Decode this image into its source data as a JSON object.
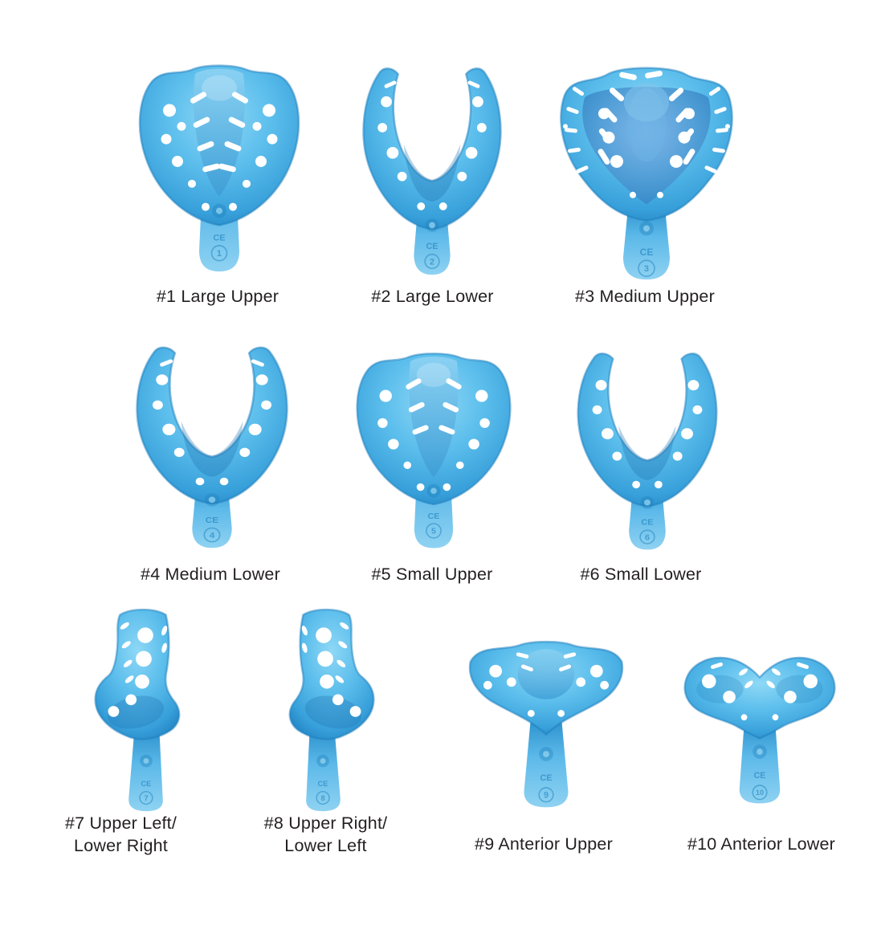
{
  "colors": {
    "background": "#ffffff",
    "label_text": "#231f20",
    "tray_highlight": "#8ed8f6",
    "tray_light": "#5cbeec",
    "tray_mid": "#38a0da",
    "tray_dark": "#1f7fc0",
    "perforation": "#ffffff",
    "emboss": "#1d7fba"
  },
  "trays": [
    {
      "label": "#1 Large Upper",
      "shape": "upper-full-arch",
      "marks": {
        "ce": "CE",
        "number": "1"
      }
    },
    {
      "label": "#2 Large Lower",
      "shape": "lower-full-arch",
      "marks": {
        "ce": "CE",
        "number": "2"
      }
    },
    {
      "label": "#3 Medium Upper",
      "shape": "upper-full-arch-angled",
      "marks": {
        "ce": "CE",
        "number": "3"
      }
    },
    {
      "label": "#4 Medium Lower",
      "shape": "lower-full-arch",
      "marks": {
        "ce": "CE",
        "number": "4"
      }
    },
    {
      "label": "#5 Small Upper",
      "shape": "upper-full-arch",
      "marks": {
        "ce": "CE",
        "number": "5"
      }
    },
    {
      "label": "#6 Small Lower",
      "shape": "lower-full-arch",
      "marks": {
        "ce": "CE",
        "number": "6"
      }
    },
    {
      "label_line1": "#7 Upper Left/",
      "label_line2": "Lower Right",
      "shape": "quadrant-left",
      "marks": {
        "ce": "CE",
        "number": "7"
      }
    },
    {
      "label_line1": "#8 Upper Right/",
      "label_line2": "Lower Left",
      "shape": "quadrant-right",
      "marks": {
        "ce": "CE",
        "number": "8"
      }
    },
    {
      "label": "#9 Anterior Upper",
      "shape": "anterior-upper",
      "marks": {
        "ce": "CE",
        "number": "9"
      }
    },
    {
      "label": "#10 Anterior Lower",
      "shape": "anterior-lower",
      "marks": {
        "ce": "CE",
        "number": "10"
      }
    }
  ]
}
